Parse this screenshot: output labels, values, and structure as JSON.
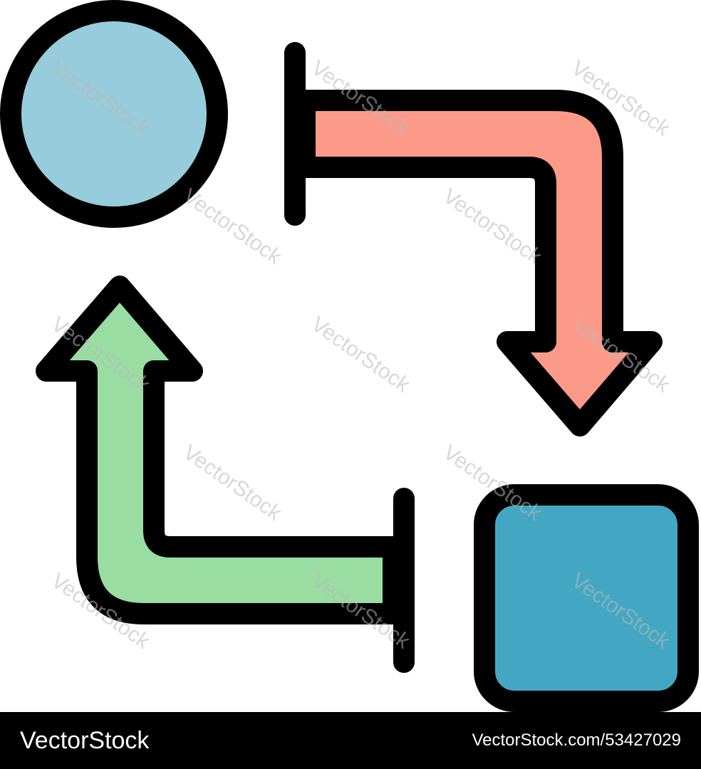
{
  "footer": {
    "brand": "VectorStock",
    "image_id": "VectorStock.com/53427029"
  },
  "watermark": "VectorStock",
  "colors": {
    "circle": "#96CCDB",
    "square": "#43A7C3",
    "arrow_red": "#FC9A8A",
    "arrow_green": "#99DDA3",
    "outline": "#000000",
    "footer_bg": "#000000"
  },
  "icons": [
    "circle-node",
    "square-node",
    "red-bent-arrow",
    "green-bent-arrow"
  ]
}
